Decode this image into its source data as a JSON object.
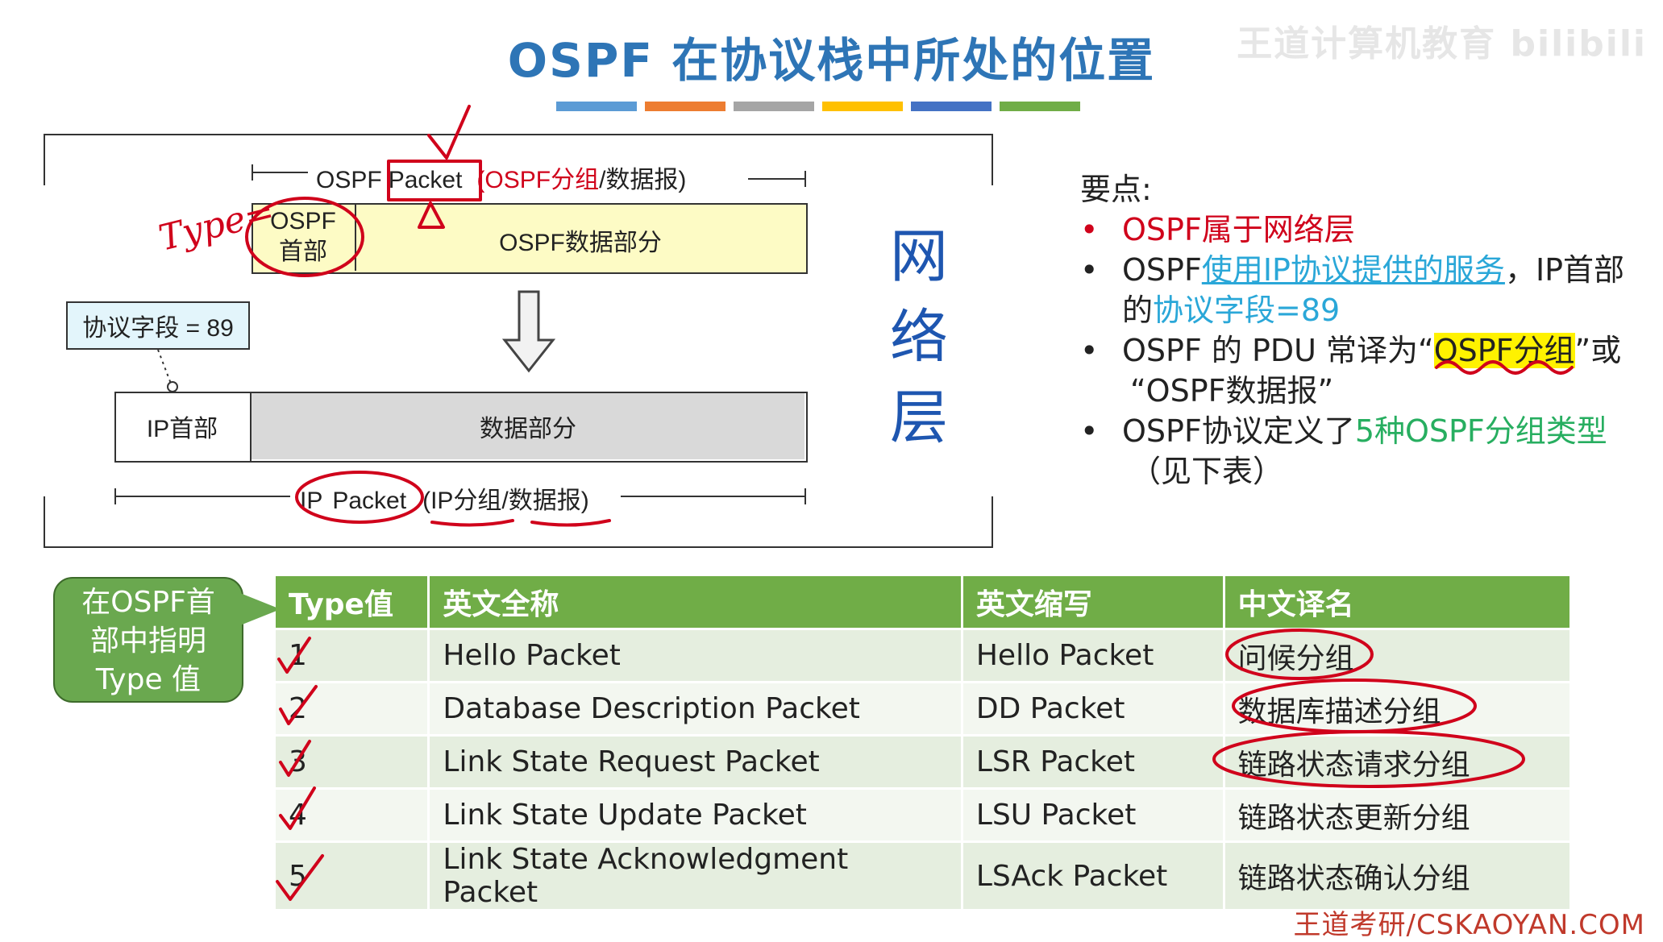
{
  "title": "OSPF 在协议栈中所处的位置",
  "watermark_top": "王道计算机教育 bilibili",
  "watermark_bottom": "王道考研/CSKAOYAN.COM",
  "colors": {
    "title": "#2e75b6",
    "bar": [
      "#5b9bd5",
      "#ed7d31",
      "#a5a5a5",
      "#ffc000",
      "#4472c4",
      "#70ad47"
    ],
    "table_header": "#70ad47",
    "annotation": "#d0021b"
  },
  "diagram": {
    "ospf_label_prefix": "OSPF",
    "ospf_label_packet": "Packet",
    "ospf_label_suffix_red": "(OSPF分组",
    "ospf_label_suffix": "/数据报)",
    "ospf_header_line1": "OSPF",
    "ospf_header_line2": "首部",
    "ospf_data": "OSPF数据部分",
    "protocol_field": "协议字段 = 89",
    "ip_header": "IP首部",
    "ip_data": "数据部分",
    "ip_label_prefix": "IP",
    "ip_label_packet": "Packet",
    "ip_label_suffix": "(IP分组/数据报)",
    "handwritten_type": "Type=",
    "network_layer": [
      "网",
      "络",
      "层"
    ]
  },
  "keypoints": {
    "heading": "要点:",
    "b1": "OSPF属于网络层",
    "b2_a": "OSPF",
    "b2_b": "使用IP协议提供的服务",
    "b2_c": "，IP首部",
    "b2_d": "的",
    "b2_e": "协议字段=89",
    "b3_a": "OSPF 的 PDU 常译为“",
    "b3_b": "OSPF分组",
    "b3_c": "”或",
    "b3_d": "“OSPF数据报”",
    "b4_a": "OSPF协议定义了",
    "b4_b": "5种OSPF分组类型",
    "b4_c": "（见下表）"
  },
  "bubble": {
    "line1": "在OSPF首",
    "line2": "部中指明",
    "line3": "Type 值"
  },
  "table": {
    "headers": [
      "Type值",
      "英文全称",
      "英文缩写",
      "中文译名"
    ],
    "rows": [
      [
        "1",
        "Hello Packet",
        "Hello Packet",
        "问候分组"
      ],
      [
        "2",
        "Database Description Packet",
        "DD Packet",
        "数据库描述分组"
      ],
      [
        "3",
        "Link State Request Packet",
        "LSR Packet",
        "链路状态请求分组"
      ],
      [
        "4",
        "Link State Update Packet",
        "LSU Packet",
        "链路状态更新分组"
      ],
      [
        "5",
        "Link State Acknowledgment Packet",
        "LSAck Packet",
        "链路状态确认分组"
      ]
    ]
  }
}
